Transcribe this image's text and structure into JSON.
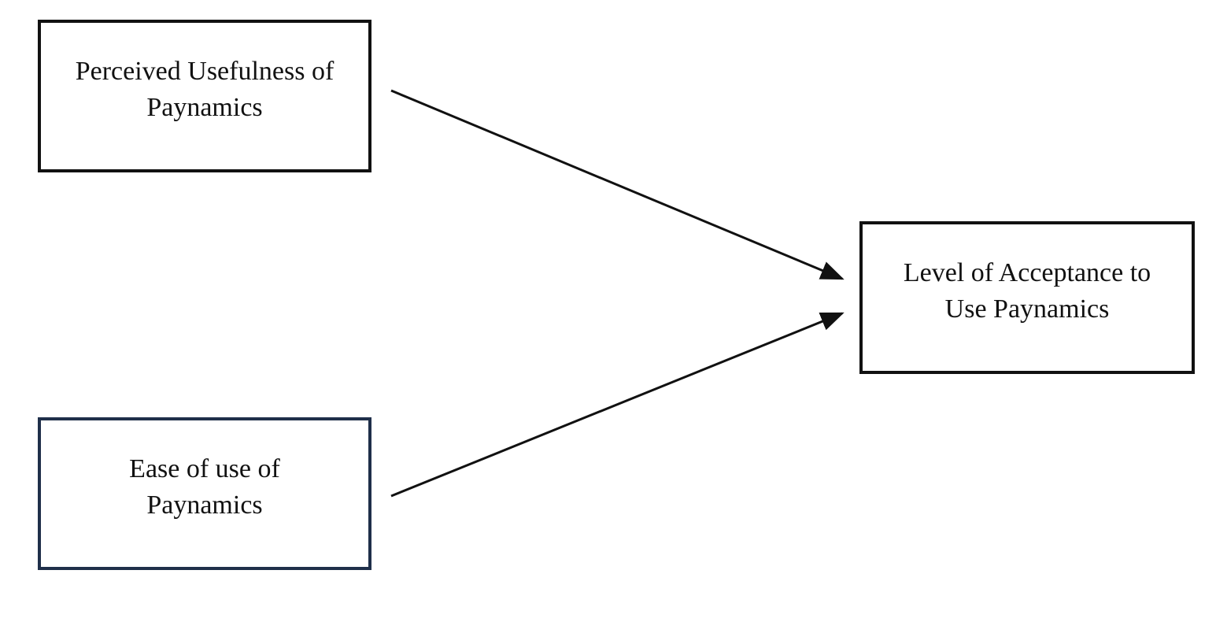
{
  "diagram": {
    "nodes": [
      {
        "id": "usefulness",
        "line1": "Perceived Usefulness of",
        "line2": "Paynamics"
      },
      {
        "id": "ease",
        "line1": "Ease of use of",
        "line2": "Paynamics"
      },
      {
        "id": "acceptance",
        "line1": "Level of Acceptance to",
        "line2": "Use Paynamics"
      }
    ],
    "edges": [
      {
        "from": "usefulness",
        "to": "acceptance"
      },
      {
        "from": "ease",
        "to": "acceptance"
      }
    ],
    "colors": {
      "line": "#111111",
      "ease_border": "#1f2f4a",
      "background": "#ffffff"
    }
  }
}
